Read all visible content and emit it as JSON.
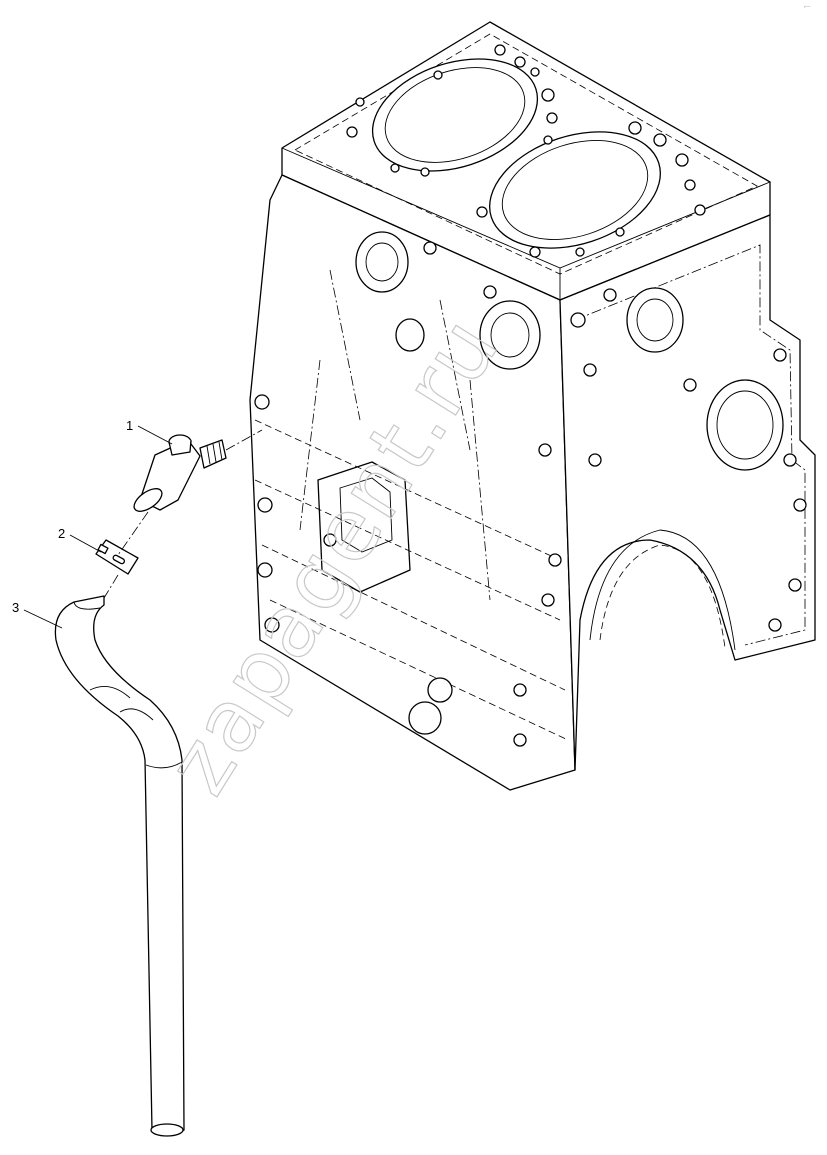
{
  "corner_mark": "⸗—",
  "watermark": "zapagent.ru",
  "callouts": [
    {
      "number": "1"
    },
    {
      "number": "2"
    },
    {
      "number": "3"
    }
  ]
}
